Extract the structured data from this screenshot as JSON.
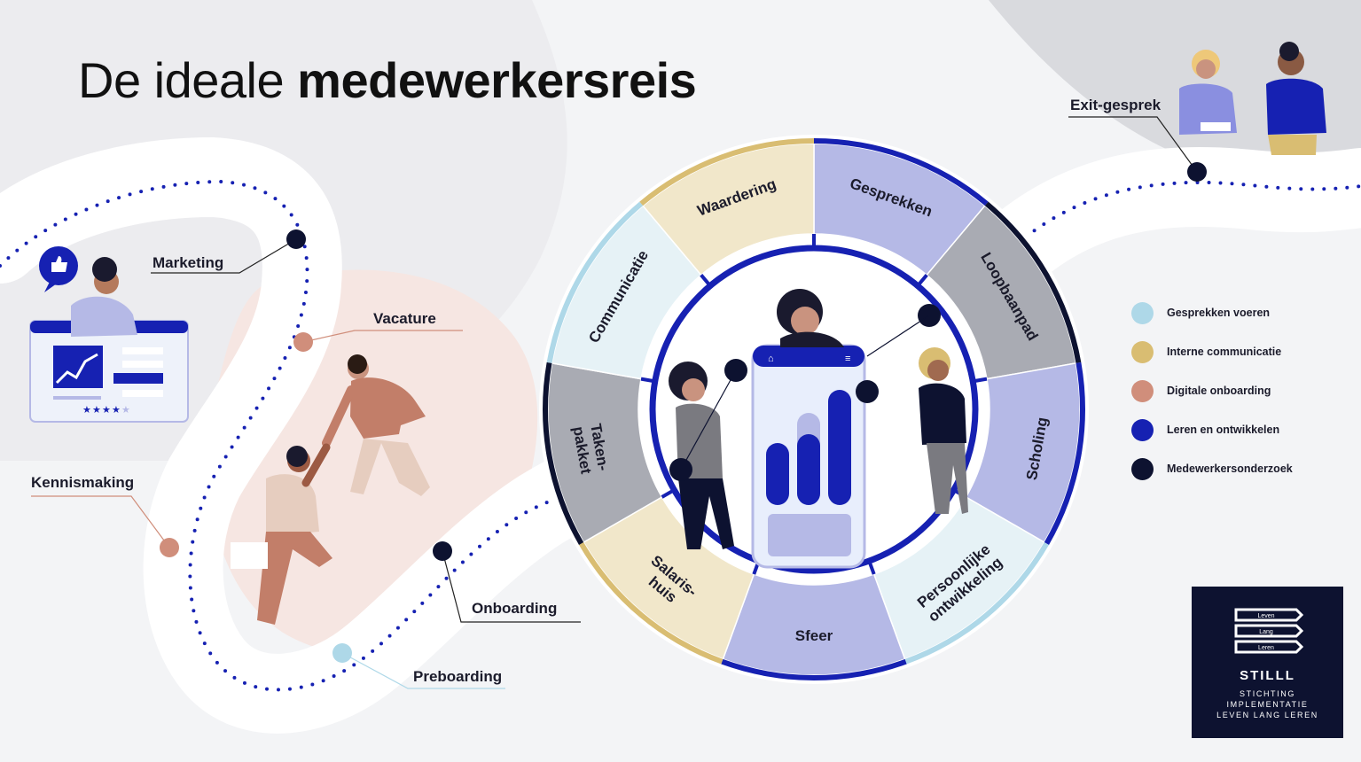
{
  "title": {
    "light": "De ideale ",
    "bold": "medewerkersreis"
  },
  "journey": {
    "marketing": "Marketing",
    "vacature": "Vacature",
    "kennismaking": "Kennismaking",
    "onboarding": "Onboarding",
    "preboarding": "Preboarding",
    "exit": "Exit-gesprek"
  },
  "wheel_segments": [
    {
      "label": [
        "Gesprekken"
      ],
      "color": "#b5b9e6"
    },
    {
      "label": [
        "Loopbaanpad"
      ],
      "color": "#a9abb3"
    },
    {
      "label": [
        "Scholing"
      ],
      "color": "#b5b9e6"
    },
    {
      "label": [
        "Persoonlijke",
        "ontwikkeling"
      ],
      "color": "#e6f2f6"
    },
    {
      "label": [
        "Sfeer"
      ],
      "color": "#b5b9e6"
    },
    {
      "label": [
        "Salaris-",
        "huis"
      ],
      "color": "#f1e7ca"
    },
    {
      "label": [
        "Taken-",
        "pakket"
      ],
      "color": "#a9abb3"
    },
    {
      "label": [
        "Communicatie"
      ],
      "color": "#e6f2f6"
    },
    {
      "label": [
        "Waardering"
      ],
      "color": "#f1e7ca"
    }
  ],
  "legend": [
    {
      "label": "Gesprekken voeren",
      "color": "#aed8e8"
    },
    {
      "label": "Interne communicatie",
      "color": "#d9bd72"
    },
    {
      "label": "Digitale onboarding",
      "color": "#d08e7b"
    },
    {
      "label": "Leren en ontwikkelen",
      "color": "#1621b2"
    },
    {
      "label": "Medewerkersonderzoek",
      "color": "#0d1230"
    }
  ],
  "logo": {
    "book_labels": [
      "Leven",
      "Lang",
      "Leren"
    ],
    "name": "STILLL",
    "sub": [
      "STICHTING",
      "IMPLEMENTATIE",
      "LEVEN LANG LEREN"
    ]
  },
  "illustration": {
    "listing_rating": 4
  },
  "colors": {
    "navy": "#0d1230",
    "blue": "#1621b2",
    "lavender": "#b5b9e6",
    "light_blue": "#aed8e8",
    "gold": "#d9bd72",
    "terracotta": "#d08e7b",
    "gray": "#a9abb3"
  }
}
